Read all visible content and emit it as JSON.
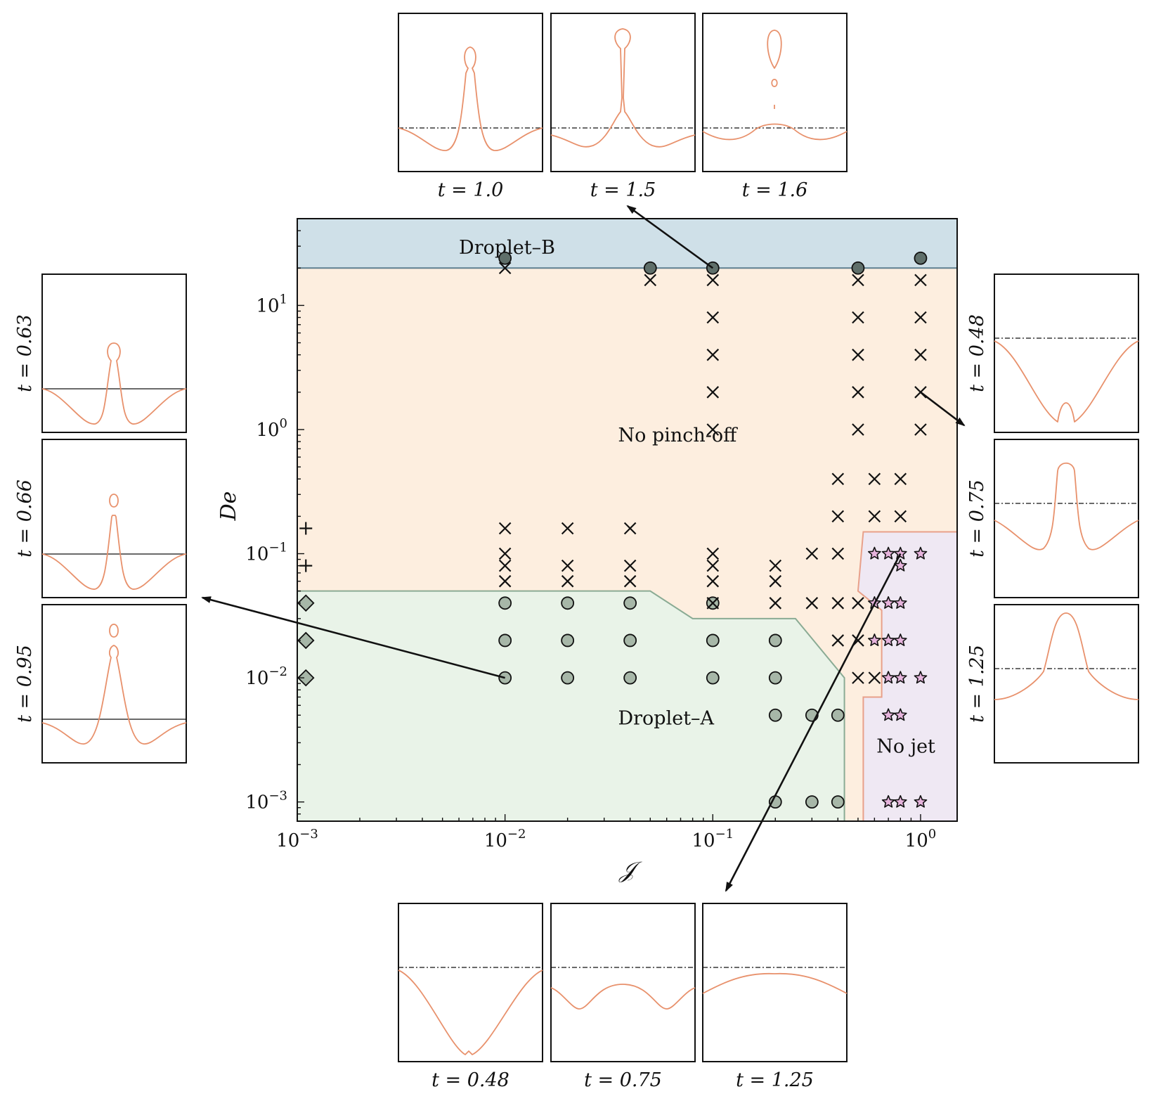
{
  "chart_data": {
    "type": "scatter",
    "xlabel": "𝒥",
    "ylabel": "De",
    "xscale": "log",
    "yscale": "log",
    "xlim": [
      0.001,
      1.5
    ],
    "ylim": [
      0.0007,
      50
    ],
    "grid": false,
    "x_ticks": [
      {
        "value": 0.001,
        "base": "10",
        "exp": "−3"
      },
      {
        "value": 0.01,
        "base": "10",
        "exp": "−2"
      },
      {
        "value": 0.1,
        "base": "10",
        "exp": "−1"
      },
      {
        "value": 1,
        "base": "10",
        "exp": "0"
      }
    ],
    "y_ticks": [
      {
        "value": 0.001,
        "base": "10",
        "exp": "−3"
      },
      {
        "value": 0.01,
        "base": "10",
        "exp": "−2"
      },
      {
        "value": 0.1,
        "base": "10",
        "exp": "−1"
      },
      {
        "value": 1,
        "base": "10",
        "exp": "0"
      },
      {
        "value": 10,
        "base": "10",
        "exp": "1"
      }
    ],
    "regions": [
      {
        "name": "Droplet–B",
        "color": "#cfe0e8",
        "edge": "#5f7f8f",
        "polygon": [
          [
            0.001,
            20
          ],
          [
            1.5,
            20
          ],
          [
            1.5,
            50
          ],
          [
            0.001,
            50
          ]
        ],
        "label_pos": [
          0.006,
          26
        ]
      },
      {
        "name": "No pinch-off",
        "color": "#fdeedf",
        "edge": "none",
        "polygon": [
          [
            0.001,
            0.05
          ],
          [
            0.05,
            0.05
          ],
          [
            0.08,
            0.03
          ],
          [
            0.25,
            0.03
          ],
          [
            0.43,
            0.01
          ],
          [
            0.43,
            0.0007
          ],
          [
            1.5,
            0.0007
          ],
          [
            1.5,
            20
          ],
          [
            0.001,
            20
          ]
        ],
        "label_pos": [
          0.035,
          0.8
        ]
      },
      {
        "name": "Droplet–A",
        "color": "#e9f3e8",
        "edge": "#8aab94",
        "polygon": [
          [
            0.001,
            0.0007
          ],
          [
            0.43,
            0.0007
          ],
          [
            0.43,
            0.01
          ],
          [
            0.25,
            0.03
          ],
          [
            0.08,
            0.03
          ],
          [
            0.05,
            0.05
          ],
          [
            0.001,
            0.05
          ]
        ],
        "label_pos": [
          0.035,
          0.0042
        ]
      },
      {
        "name": "No jet",
        "color": "#efe8f3",
        "edge": "#e8a08a",
        "polygon": [
          [
            0.53,
            0.0007
          ],
          [
            1.5,
            0.0007
          ],
          [
            1.5,
            0.15
          ],
          [
            0.53,
            0.15
          ],
          [
            0.5,
            0.05
          ],
          [
            0.65,
            0.035
          ],
          [
            0.65,
            0.007
          ],
          [
            0.53,
            0.007
          ]
        ],
        "label_pos": [
          0.85,
          0.0025
        ]
      }
    ],
    "series": [
      {
        "marker": "circle-dark",
        "color": "#5f6f6a",
        "points": [
          [
            0.01,
            24
          ],
          [
            0.05,
            20
          ],
          [
            0.1,
            20
          ],
          [
            0.5,
            20
          ],
          [
            1.0,
            24
          ]
        ]
      },
      {
        "marker": "circle-light",
        "color": "#a7b7a8",
        "points": [
          [
            0.01,
            0.04
          ],
          [
            0.02,
            0.04
          ],
          [
            0.04,
            0.04
          ],
          [
            0.1,
            0.04
          ],
          [
            0.01,
            0.02
          ],
          [
            0.02,
            0.02
          ],
          [
            0.04,
            0.02
          ],
          [
            0.1,
            0.02
          ],
          [
            0.2,
            0.02
          ],
          [
            0.01,
            0.01
          ],
          [
            0.02,
            0.01
          ],
          [
            0.04,
            0.01
          ],
          [
            0.1,
            0.01
          ],
          [
            0.2,
            0.01
          ],
          [
            0.2,
            0.005
          ],
          [
            0.3,
            0.005
          ],
          [
            0.4,
            0.005
          ],
          [
            0.2,
            0.001
          ],
          [
            0.3,
            0.001
          ],
          [
            0.4,
            0.001
          ]
        ]
      },
      {
        "marker": "diamond",
        "color": "#a7b7a8",
        "points": [
          [
            0.0011,
            0.04
          ],
          [
            0.0011,
            0.02
          ],
          [
            0.0011,
            0.01
          ]
        ]
      },
      {
        "marker": "plus",
        "color": "#111111",
        "points": [
          [
            0.0011,
            0.16
          ],
          [
            0.0011,
            0.08
          ]
        ]
      },
      {
        "marker": "cross",
        "color": "#111111",
        "points": [
          [
            0.01,
            20
          ],
          [
            0.05,
            16
          ],
          [
            0.1,
            16
          ],
          [
            0.5,
            16
          ],
          [
            1.0,
            16
          ],
          [
            0.1,
            8
          ],
          [
            0.5,
            8
          ],
          [
            1.0,
            8
          ],
          [
            0.1,
            4
          ],
          [
            0.5,
            4
          ],
          [
            1.0,
            4
          ],
          [
            0.1,
            2
          ],
          [
            0.5,
            2
          ],
          [
            1.0,
            2
          ],
          [
            0.1,
            1
          ],
          [
            0.5,
            1
          ],
          [
            1.0,
            1
          ],
          [
            0.4,
            0.4
          ],
          [
            0.6,
            0.4
          ],
          [
            0.8,
            0.4
          ],
          [
            0.4,
            0.2
          ],
          [
            0.6,
            0.2
          ],
          [
            0.8,
            0.2
          ],
          [
            0.01,
            0.16
          ],
          [
            0.02,
            0.16
          ],
          [
            0.04,
            0.16
          ],
          [
            0.01,
            0.1
          ],
          [
            0.1,
            0.1
          ],
          [
            0.3,
            0.1
          ],
          [
            0.4,
            0.1
          ],
          [
            0.01,
            0.08
          ],
          [
            0.02,
            0.08
          ],
          [
            0.04,
            0.08
          ],
          [
            0.1,
            0.08
          ],
          [
            0.2,
            0.08
          ],
          [
            0.01,
            0.06
          ],
          [
            0.02,
            0.06
          ],
          [
            0.04,
            0.06
          ],
          [
            0.1,
            0.06
          ],
          [
            0.2,
            0.06
          ],
          [
            0.1,
            0.04
          ],
          [
            0.2,
            0.04
          ],
          [
            0.3,
            0.04
          ],
          [
            0.4,
            0.04
          ],
          [
            0.5,
            0.04
          ],
          [
            0.4,
            0.02
          ],
          [
            0.5,
            0.02
          ],
          [
            0.5,
            0.01
          ],
          [
            0.6,
            0.01
          ]
        ]
      },
      {
        "marker": "star",
        "color": "#e6b3dc",
        "points": [
          [
            0.6,
            0.1
          ],
          [
            0.7,
            0.1
          ],
          [
            0.8,
            0.1
          ],
          [
            1.0,
            0.1
          ],
          [
            0.8,
            0.08
          ],
          [
            0.6,
            0.04
          ],
          [
            0.7,
            0.04
          ],
          [
            0.8,
            0.04
          ],
          [
            0.6,
            0.02
          ],
          [
            0.7,
            0.02
          ],
          [
            0.8,
            0.02
          ],
          [
            0.7,
            0.01
          ],
          [
            0.8,
            0.01
          ],
          [
            1.0,
            0.01
          ],
          [
            0.7,
            0.005
          ],
          [
            0.8,
            0.005
          ],
          [
            0.7,
            0.001
          ],
          [
            0.8,
            0.001
          ],
          [
            1.0,
            0.001
          ]
        ]
      }
    ],
    "insets": {
      "top": [
        {
          "t": "t = 1.0"
        },
        {
          "t": "t = 1.5"
        },
        {
          "t": "t = 1.6"
        }
      ],
      "left": [
        {
          "t": "t = 0.63"
        },
        {
          "t": "t = 0.66"
        },
        {
          "t": "t = 0.95"
        }
      ],
      "right": [
        {
          "t": "t = 0.48"
        },
        {
          "t": "t = 0.75"
        },
        {
          "t": "t = 1.25"
        }
      ],
      "bottom": [
        {
          "t": "t = 0.48"
        },
        {
          "t": "t = 0.75"
        },
        {
          "t": "t = 1.25"
        }
      ]
    },
    "arrows": [
      {
        "from_point": [
          0.1,
          20
        ],
        "to": "top"
      },
      {
        "from_point": [
          0.01,
          0.01
        ],
        "to": "left"
      },
      {
        "from_point": [
          1.0,
          2
        ],
        "to": "right"
      },
      {
        "from_point": [
          0.8,
          0.1
        ],
        "to": "bottom"
      }
    ],
    "colors": {
      "interface": "#e8916c",
      "axis": "#111111"
    }
  }
}
